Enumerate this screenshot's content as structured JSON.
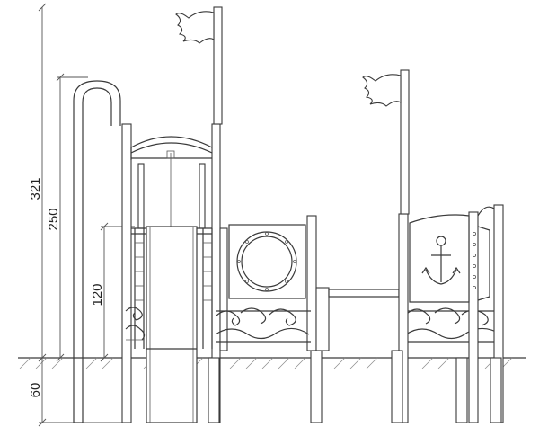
{
  "dimensions": {
    "total_height_label": "321",
    "platform_height_label": "250",
    "deck_height_label": "120",
    "foundation_depth_label": "60"
  },
  "elements": [
    "ground-line",
    "grab-bar-arch",
    "tower-left",
    "flag-left",
    "slide",
    "porthole-panel",
    "wave-panels",
    "connecting-bar",
    "tower-right",
    "flag-right",
    "anchor-panel"
  ]
}
